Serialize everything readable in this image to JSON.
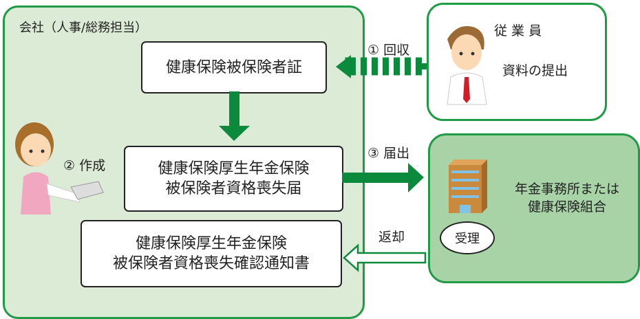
{
  "company": {
    "label": "会社（人事/総務担当）"
  },
  "documents": {
    "card": "健康保険被保険者証",
    "loss_notice": [
      "健康保険厚生年金保険",
      "被保険者資格喪失届"
    ],
    "confirmation": [
      "健康保険厚生年金保険",
      "被保険者資格喪失確認通知書"
    ]
  },
  "steps": {
    "collect": "① 回収",
    "create": "② 作成",
    "submit": "③ 届出",
    "return": "返却"
  },
  "employee": {
    "title": "従 業 員",
    "action": "資料の提出"
  },
  "office": {
    "name": [
      "年金事務所または",
      "健康保険組合"
    ],
    "badge": "受理"
  },
  "colors": {
    "green": "#0b8a3c",
    "company_fill": "#dcebd6",
    "office_fill": "#a8d3a6"
  }
}
